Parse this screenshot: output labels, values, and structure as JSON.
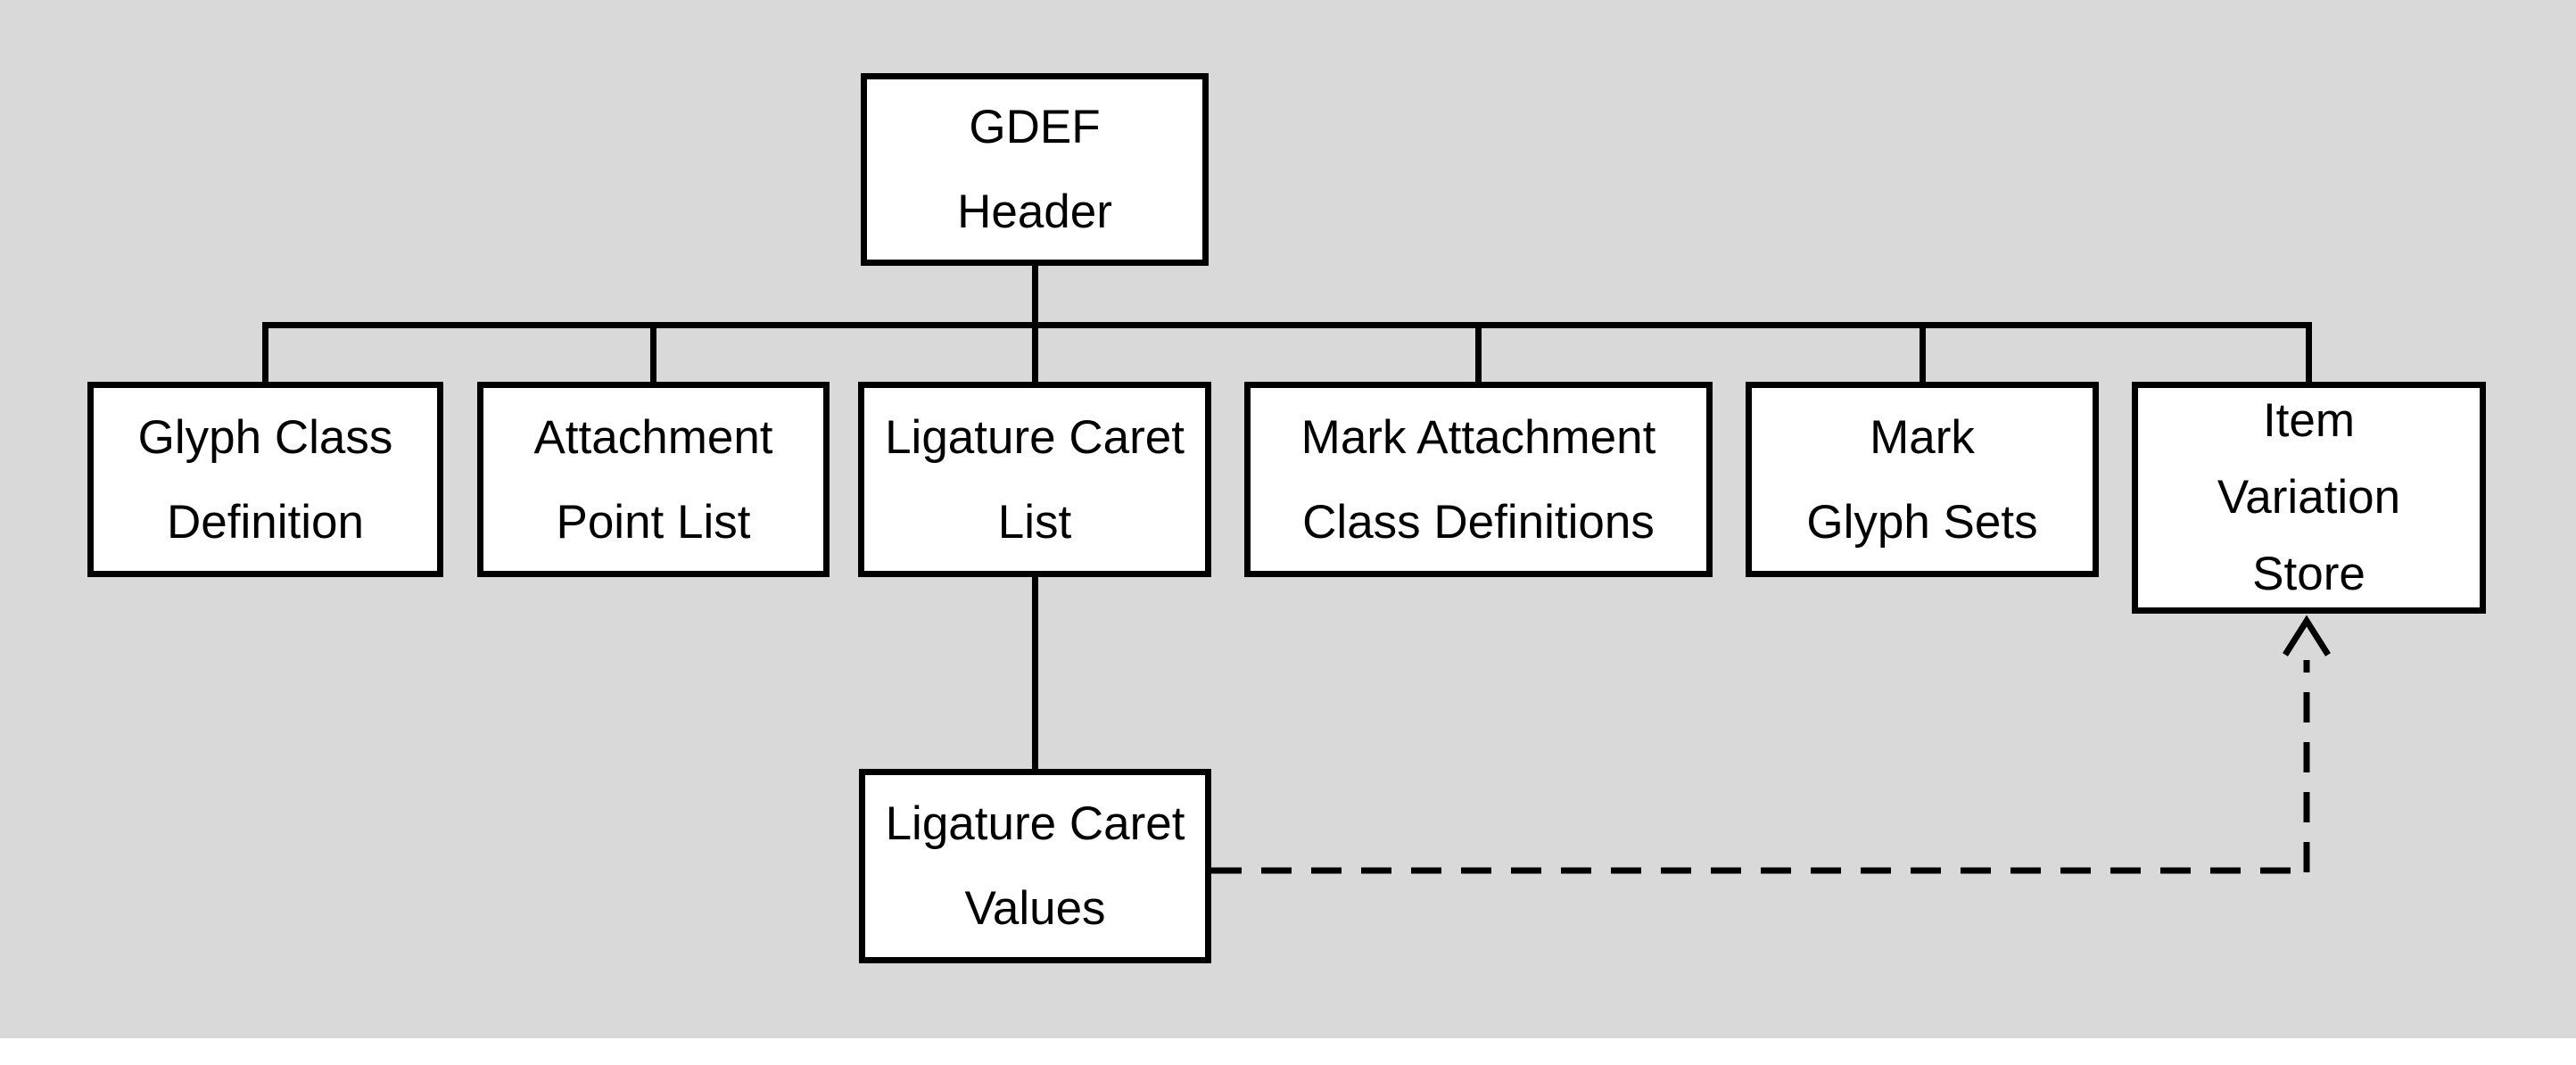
{
  "diagram": {
    "nodes": {
      "gdef_header": {
        "lines": [
          "GDEF",
          "Header"
        ]
      },
      "glyph_class_definition": {
        "lines": [
          "Glyph Class",
          "Definition"
        ]
      },
      "attachment_point_list": {
        "lines": [
          "Attachment",
          "Point List"
        ]
      },
      "ligature_caret_list": {
        "lines": [
          "Ligature Caret",
          "List"
        ]
      },
      "mark_attachment_class_definitions": {
        "lines": [
          "Mark Attachment",
          "Class Definitions"
        ]
      },
      "mark_glyph_sets": {
        "lines": [
          "Mark",
          "Glyph Sets"
        ]
      },
      "item_variation_store": {
        "lines": [
          "Item",
          "Variation",
          "Store"
        ]
      },
      "ligature_caret_values": {
        "lines": [
          "Ligature Caret",
          "Values"
        ]
      }
    },
    "colors": {
      "slide_background": "#d9d9d9",
      "page_margin": "#ffffff",
      "box_fill": "#ffffff",
      "box_border": "#000000",
      "connector": "#000000"
    }
  }
}
